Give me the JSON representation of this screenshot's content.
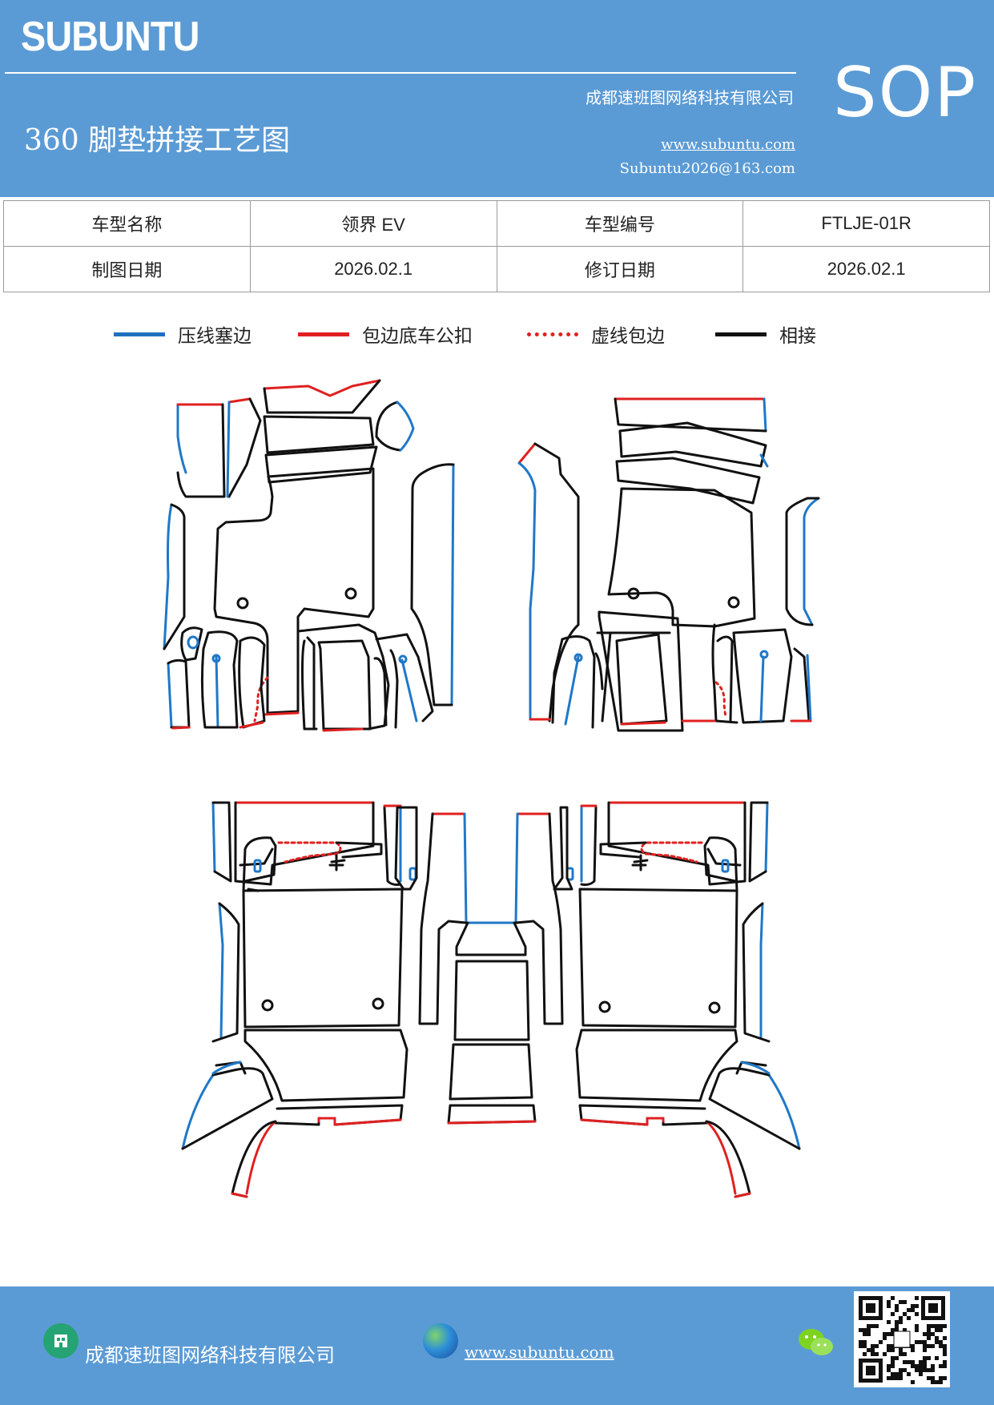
{
  "header": {
    "brand": "SUBUNTU",
    "badge": "SOP",
    "company": "成都速班图网络科技有限公司",
    "title": "360 脚垫拼接工艺图",
    "website": "www.subuntu.com",
    "email": "Subuntu2026@163.com"
  },
  "info_table": {
    "model_name_label": "车型名称",
    "model_name_value": "领界 EV",
    "model_code_label": "车型编号",
    "model_code_value": "FTLJE-01R",
    "draw_date_label": "制图日期",
    "draw_date_value": "2026.02.1",
    "revise_date_label": "修订日期",
    "revise_date_value": "2026.02.1"
  },
  "legend": [
    {
      "label": "压线塞边",
      "color": "#1f6fbf",
      "style": "solid"
    },
    {
      "label": "包边底车公扣",
      "color": "#e02020",
      "style": "solid"
    },
    {
      "label": "虚线包边",
      "color": "#e02020",
      "style": "dotted"
    },
    {
      "label": "相接",
      "color": "#111111",
      "style": "solid"
    }
  ],
  "colors": {
    "header_bg": "#5b9bd5",
    "press_line": "#1f78c8",
    "edge_red": "#e02020",
    "joint_black": "#111111"
  },
  "footer": {
    "company": "成都速班图网络科技有限公司",
    "website": "www.subuntu.com",
    "icons": [
      "building-icon",
      "globe-icon",
      "wechat-icon",
      "qr-code"
    ]
  }
}
